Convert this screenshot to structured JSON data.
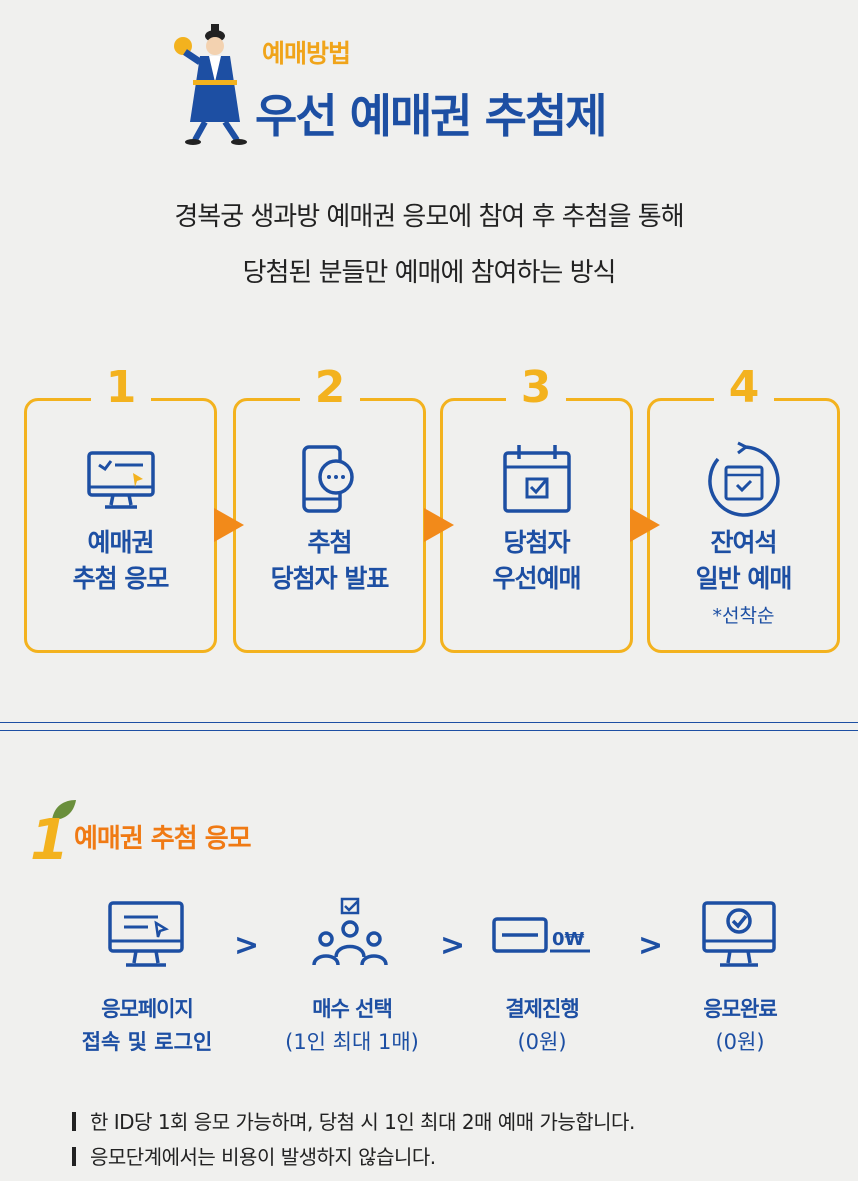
{
  "header": {
    "kicker": "예매방법",
    "title": "우선 예매권 추첨제"
  },
  "intro": {
    "line1": "경복궁 생과방 예매권 응모에 참여 후 추첨을 통해",
    "line2": "당첨된 분들만 예매에 참여하는 방식"
  },
  "steps": [
    {
      "num": "1",
      "line1": "예매권",
      "line2": "추첨 응모",
      "note": "",
      "icon": "monitor-icon"
    },
    {
      "num": "2",
      "line1": "추첨",
      "line2": "당첨자 발표",
      "note": "",
      "icon": "phone-chat-icon"
    },
    {
      "num": "3",
      "line1": "당첨자",
      "line2": "우선예매",
      "note": "",
      "icon": "calendar-check-icon"
    },
    {
      "num": "4",
      "line1": "잔여석",
      "line2": "일반 예매",
      "note": "*선착순",
      "icon": "calendar-refresh-icon"
    }
  ],
  "section": {
    "num": "1",
    "title": "예매권 추첨 응모"
  },
  "process": [
    {
      "line1": "응모페이지",
      "line2": "접속 및 로그인",
      "icon": "monitor-icon"
    },
    {
      "line1": "매수 선택",
      "line2": "(1인 최대 1매)",
      "icon": "people-icon"
    },
    {
      "line1": "결제진행",
      "line2": "(0원)",
      "icon": "card-icon",
      "card_text": "0₩"
    },
    {
      "line1": "응모완료",
      "line2": "(0원)",
      "icon": "monitor-check-icon"
    }
  ],
  "chevron": ">",
  "notes": [
    "한 ID당 1회 응모 가능하며, 당첨 시 1인 최대 2매 예매 가능합니다.",
    "응모단계에서는 비용이 발생하지 않습니다."
  ],
  "colors": {
    "blue": "#1d4fa3",
    "yellow": "#f3b21e",
    "orange": "#f07a14",
    "background": "#f0f0ee"
  }
}
